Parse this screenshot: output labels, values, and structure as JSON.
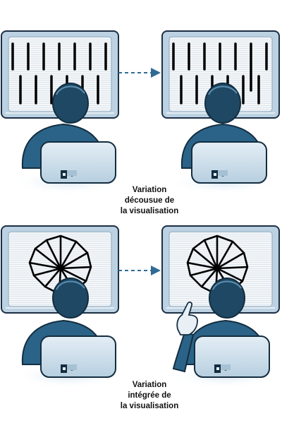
{
  "colors": {
    "screen_frame": "#bcd2e2",
    "screen_border": "#1c2f44",
    "screen_fill": "#f4f6f8",
    "scanlines": "#dde6ee",
    "person_shirt": "#2b6388",
    "person_head": "#1e4863",
    "person_outline": "#132d40",
    "seat": "#c0d7e6",
    "seat_pale": "#e8f0f5",
    "arrow": "#2f6c95",
    "marks": "#000000"
  },
  "captions": {
    "discrete": [
      "Variation",
      "décousue de",
      "la visualisation"
    ],
    "integrated": [
      "Variation",
      "intégrée de",
      "la visualisation"
    ]
  },
  "icons": [
    "bar-pattern-icon",
    "radial-wheel-icon",
    "dashed-arrow-icon",
    "pointing-hand-icon",
    "person-figure-icon",
    "chair-icon"
  ]
}
